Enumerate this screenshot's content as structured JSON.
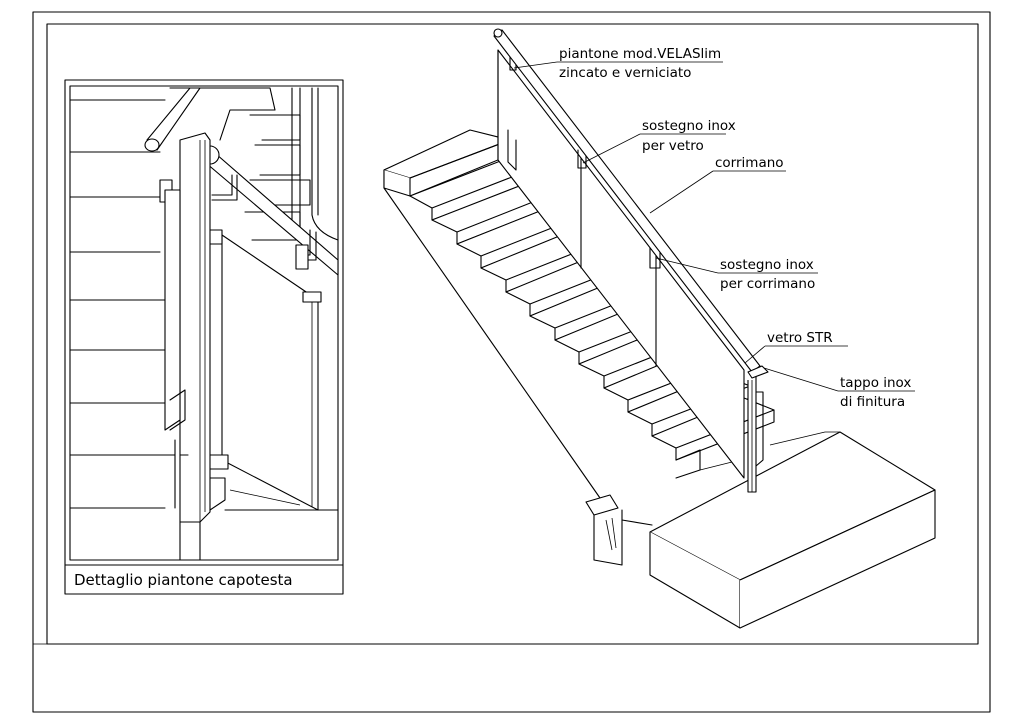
{
  "detail": {
    "caption": "Dettaglio piantone capotesta"
  },
  "callouts": {
    "post": {
      "line1": "piantone mod.VELASlim",
      "line2": "zincato e verniciato"
    },
    "glass_support": {
      "line1": "sostegno inox",
      "line2": "per vetro"
    },
    "handrail": {
      "line1": "corrimano"
    },
    "handrail_support": {
      "line1": "sostegno inox",
      "line2": "per corrimano"
    },
    "glass": {
      "line1": "vetro STR"
    },
    "end_cap": {
      "line1": "tappo inox",
      "line2": "di finitura"
    }
  }
}
